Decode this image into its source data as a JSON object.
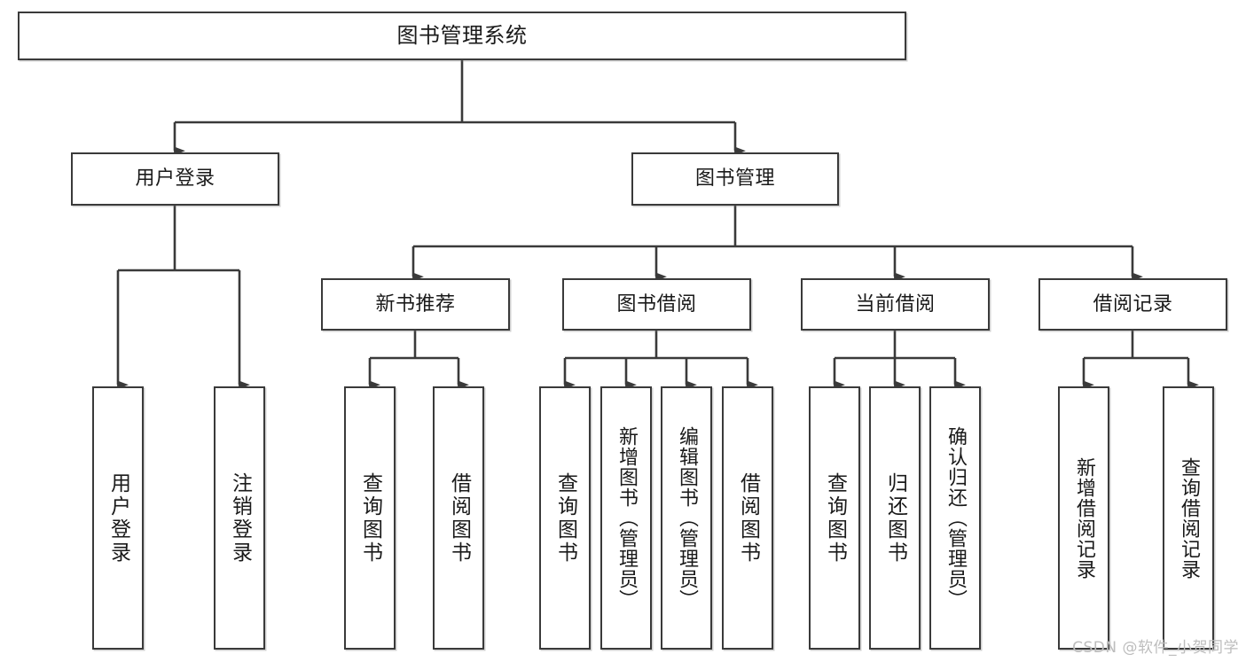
{
  "diagram": {
    "type": "tree-hierarchy",
    "title": "图书管理系统",
    "root": {
      "label": "图书管理系统"
    },
    "level1": [
      {
        "id": "user-login",
        "label": "用户登录"
      },
      {
        "id": "book-manage",
        "label": "图书管理"
      }
    ],
    "level2": [
      {
        "id": "new-book-recommend",
        "label": "新书推荐",
        "parent": "book-manage"
      },
      {
        "id": "book-borrow",
        "label": "图书借阅",
        "parent": "book-manage"
      },
      {
        "id": "current-borrow",
        "label": "当前借阅",
        "parent": "book-manage"
      },
      {
        "id": "borrow-record",
        "label": "借阅记录",
        "parent": "book-manage"
      }
    ],
    "leaves": {
      "user_login": [
        {
          "id": "leaf-user-login",
          "label": "用户登录"
        },
        {
          "id": "leaf-logout-login",
          "label": "注销登录"
        }
      ],
      "new_book_recommend": [
        {
          "id": "leaf-query-book-1",
          "label": "查询图书"
        },
        {
          "id": "leaf-borrow-book-1",
          "label": "借阅图书"
        }
      ],
      "book_borrow": [
        {
          "id": "leaf-query-book-2",
          "label": "查询图书"
        },
        {
          "id": "leaf-add-book-admin",
          "label": "新增图书（管理员）"
        },
        {
          "id": "leaf-edit-book-admin",
          "label": "编辑图书（管理员）"
        },
        {
          "id": "leaf-borrow-book-2",
          "label": "借阅图书"
        }
      ],
      "current_borrow": [
        {
          "id": "leaf-query-book-3",
          "label": "查询图书"
        },
        {
          "id": "leaf-return-book",
          "label": "归还图书"
        },
        {
          "id": "leaf-confirm-return-admin",
          "label": "确认归还（管理员）"
        }
      ],
      "borrow_record": [
        {
          "id": "leaf-add-borrow-record",
          "label": "新增借阅记录"
        },
        {
          "id": "leaf-query-borrow-record",
          "label": "查询借阅记录"
        }
      ]
    }
  },
  "watermark": {
    "text": "CSDN @软件_小贺同学"
  },
  "colors": {
    "stroke": "#3a3a3a",
    "fill": "#ffffff",
    "text": "#1a1a1a",
    "watermark": "#bdbdbd"
  }
}
